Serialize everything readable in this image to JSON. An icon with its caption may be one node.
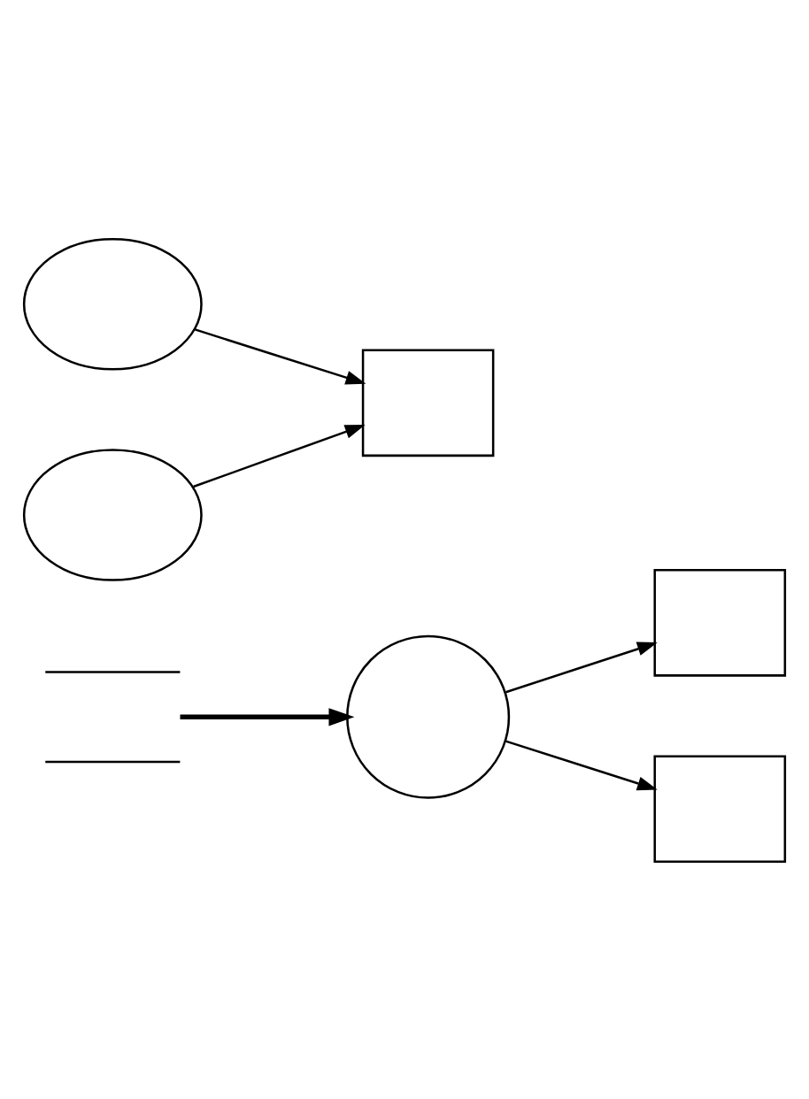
{
  "diagram": {
    "nodes": [
      {
        "text": [],
        "shape": "store"
      },
      {
        "text": [],
        "shape": "circle"
      },
      {
        "text": [],
        "shape": "box"
      },
      {
        "text": [],
        "shape": "box"
      },
      {
        "text": [],
        "shape": "ellipse"
      },
      {
        "text": [],
        "shape": "ellipse"
      },
      {
        "text": [],
        "shape": "box"
      }
    ],
    "edges": [
      {
        "from": 0,
        "to": 1,
        "arrow": "to",
        "style": "thick"
      },
      {
        "from": 1,
        "to": 2,
        "arrow": "to"
      },
      {
        "from": 1,
        "to": 3,
        "arrow": "to"
      },
      {
        "from": 4,
        "to": 6,
        "arrow": "to"
      },
      {
        "from": 5,
        "to": 6,
        "arrow": "to"
      }
    ]
  }
}
